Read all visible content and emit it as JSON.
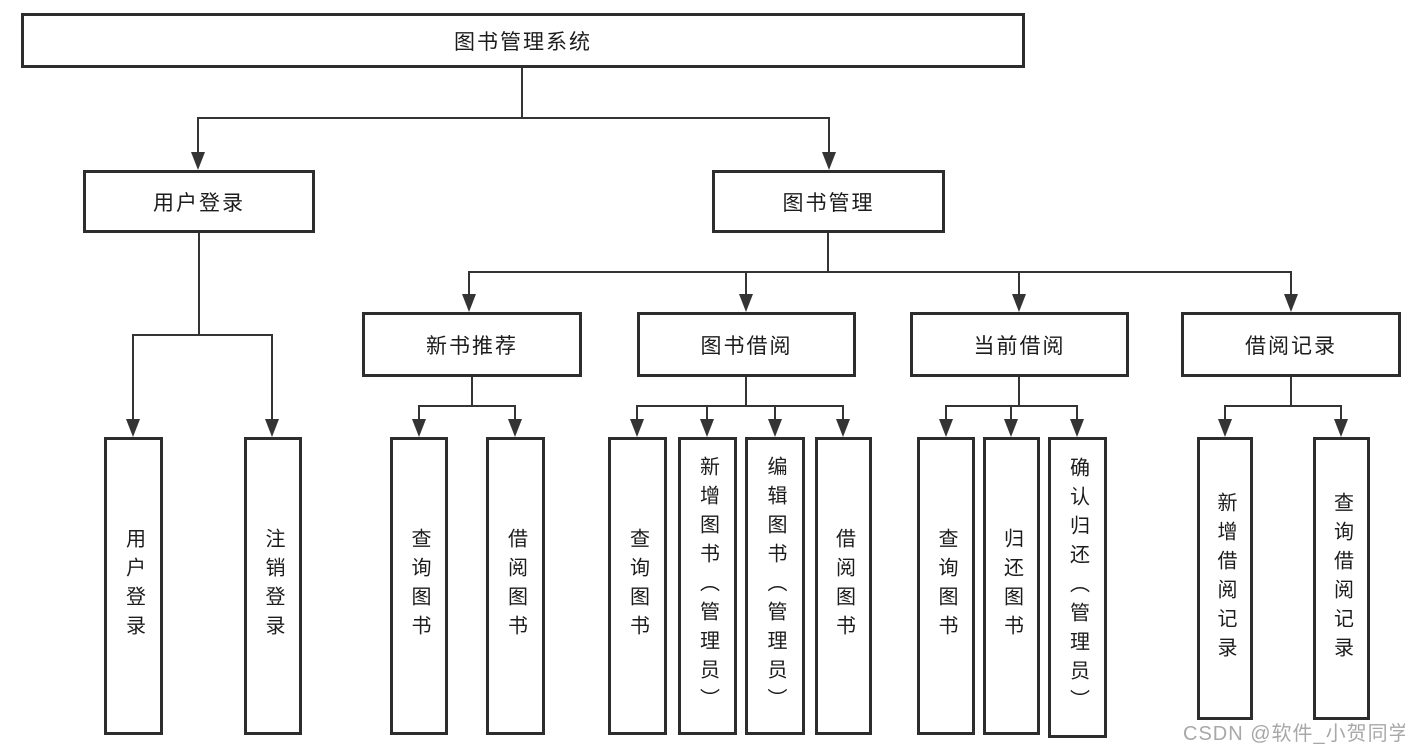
{
  "diagram": {
    "title_node": {
      "label": "图书管理系统"
    },
    "root": {
      "label": "图书管理系统"
    },
    "level2": [
      {
        "id": "user-login",
        "label": "用户登录"
      },
      {
        "id": "book-management",
        "label": "图书管理"
      }
    ],
    "level3": [
      {
        "id": "new-book-recommendation",
        "label": "新书推荐"
      },
      {
        "id": "book-borrowing",
        "label": "图书借阅"
      },
      {
        "id": "current-borrowing",
        "label": "当前借阅"
      },
      {
        "id": "borrowing-records",
        "label": "借阅记录"
      }
    ],
    "leaves": [
      {
        "parent": "user-login",
        "label": "用户登录"
      },
      {
        "parent": "user-login",
        "label": "注销登录"
      },
      {
        "parent": "new-book-recommendation",
        "label": "查询图书"
      },
      {
        "parent": "new-book-recommendation",
        "label": "借阅图书"
      },
      {
        "parent": "book-borrowing",
        "label": "查询图书"
      },
      {
        "parent": "book-borrowing",
        "label": "新增图书（管理员）"
      },
      {
        "parent": "book-borrowing",
        "label": "编辑图书（管理员）"
      },
      {
        "parent": "book-borrowing",
        "label": "借阅图书"
      },
      {
        "parent": "current-borrowing",
        "label": "查询图书"
      },
      {
        "parent": "current-borrowing",
        "label": "归还图书"
      },
      {
        "parent": "current-borrowing",
        "label": "确认归还（管理员）"
      },
      {
        "parent": "borrowing-records",
        "label": "新增借阅记录"
      },
      {
        "parent": "borrowing-records",
        "label": "查询借阅记录"
      }
    ]
  },
  "watermark": {
    "text": "CSDN @软件_小贺同学"
  },
  "colors": {
    "background": "#ffffff",
    "box_border": "#2d2d2d",
    "line": "#343434",
    "text": "#1c1c1c",
    "watermark": "#a8a8a8"
  }
}
